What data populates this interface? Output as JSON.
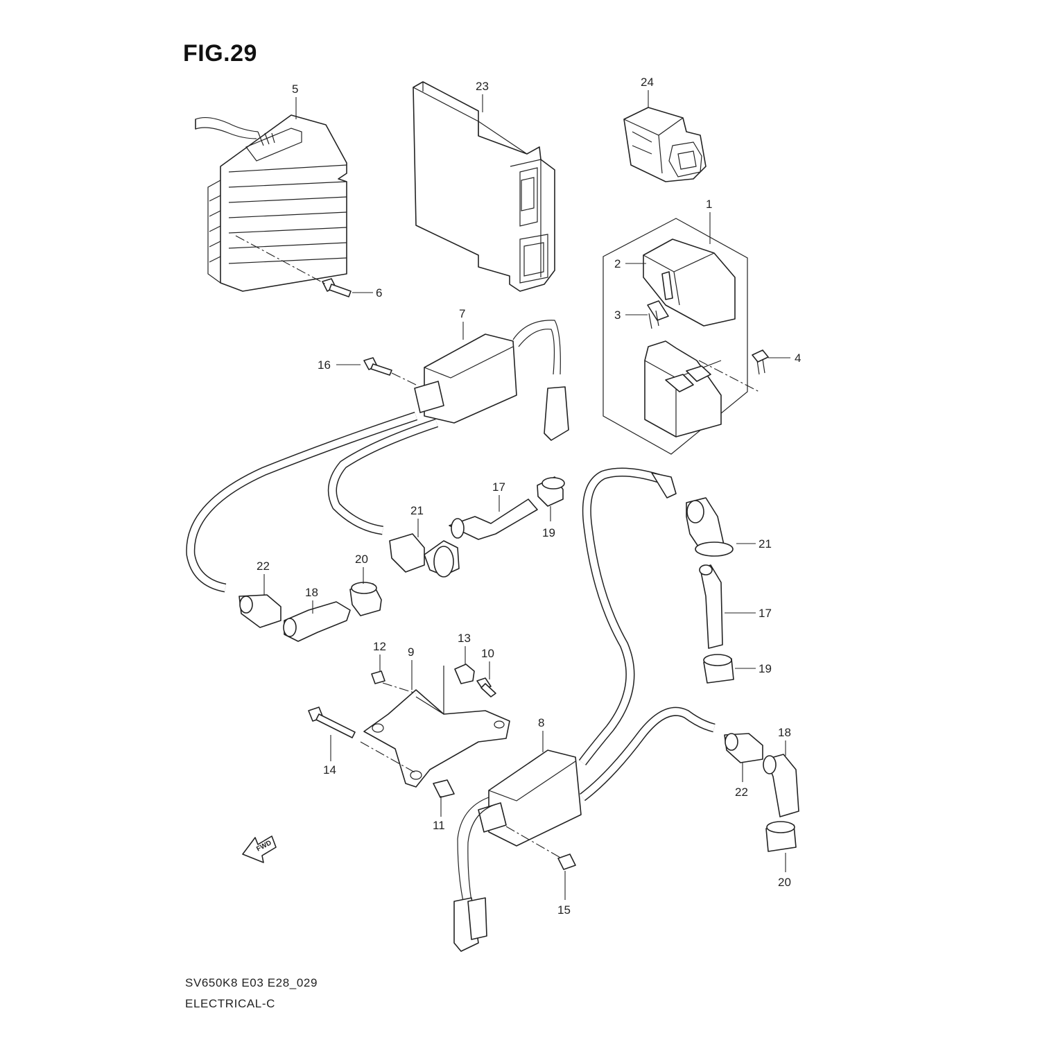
{
  "figure": {
    "title": "FIG.29",
    "footer_code": "SV650K8 E03 E28_029",
    "footer_section": "ELECTRICAL-C",
    "fwd_label": "FWD"
  },
  "callouts": [
    "1",
    "2",
    "3",
    "4",
    "5",
    "6",
    "7",
    "8",
    "9",
    "10",
    "11",
    "12",
    "13",
    "14",
    "15",
    "16",
    "17",
    "17",
    "18",
    "18",
    "19",
    "19",
    "20",
    "20",
    "21",
    "21",
    "22",
    "22",
    "23",
    "24"
  ],
  "icons": [
    "fwd-arrow-icon"
  ]
}
